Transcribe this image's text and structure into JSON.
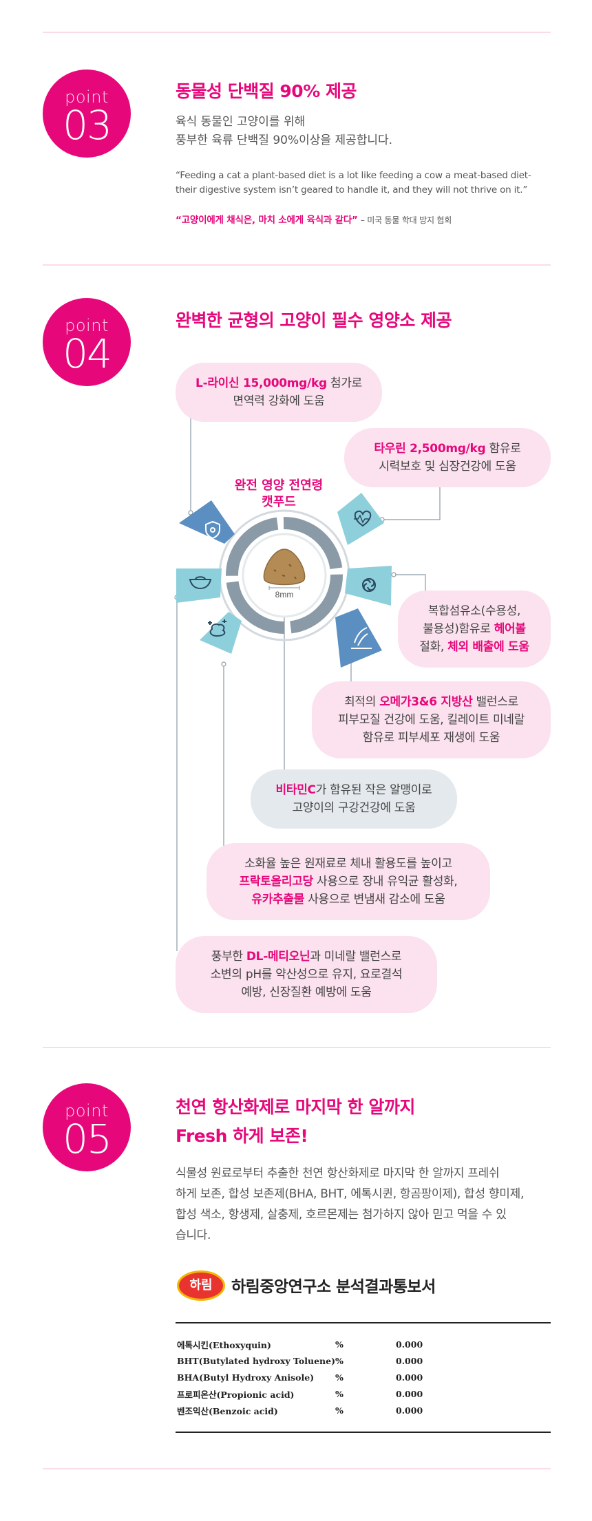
{
  "points": [
    {
      "word": "point",
      "number": "03",
      "heading": "동물성 단백질 90% 제공",
      "body": [
        "육식 동물인 고양이를 위해",
        "풍부한 육류 단백질 90%이상을 제공합니다."
      ],
      "quote_en": [
        "“Feeding a cat a plant-based diet is a lot like feeding a cow a meat-based diet-",
        "their digestive system isn’t geared to handle it, and they will not thrive on it.”"
      ],
      "quote_ko": "“고양이에게 채식은, 마치 소에게 육식과 같다”",
      "quote_source": "– 미국 동물 학대 방지 협회"
    },
    {
      "word": "point",
      "number": "04",
      "heading": "완벽한 균형의 고양이 필수 영양소 제공"
    },
    {
      "word": "point",
      "number": "05",
      "heading_lines": [
        "천연 항산화제로 마지막 한 알까지",
        "Fresh 하게 보존!"
      ],
      "body": [
        "식물성 원료로부터 추출한 천연 항산화제로 마지막 한 알까지 프레쉬",
        "하게 보존, 합성 보존제(BHA, BHT, 에톡시퀸, 항곰팡이제), 합성 향미제,",
        "합성 색소, 항생제, 살충제, 호르몬제는 첨가하지 않아 믿고 먹을 수 있",
        "습니다."
      ]
    }
  ],
  "wheel": {
    "title_lines": [
      "완전 영양 전연령",
      "캣푸드"
    ],
    "kibble_size": "8mm",
    "icons": [
      "shield-virus-icon",
      "heart-pulse-icon",
      "swirl-icon",
      "hair-follicle-icon",
      "sparkle-poop-icon",
      "cat-bowl-icon"
    ]
  },
  "callouts": {
    "lysine": {
      "hl": "L-라이신 15,000mg/kg",
      "rest": " 첨가로",
      "line2": "면역력 강화에 도움"
    },
    "taurine": {
      "hl": "타우린 2,500mg/kg",
      "rest": " 함유로",
      "line2": "시력보호 및 심장건강에 도움"
    },
    "fiber": {
      "line1": "복합섬유소(수용성,",
      "line2a": "불용성)함유로 ",
      "line2b": "헤어볼",
      "line3a": "절화, ",
      "line3b": "체외 배출에 도움"
    },
    "omega": {
      "line1a": "최적의 ",
      "line1b": "오메가3&6 지방산",
      "line1c": " 밸런스로",
      "line2": "피부모질 건강에 도움, 킬레이트 미네랄",
      "line3": "함유로 피부세포 재생에 도움"
    },
    "vitc": {
      "hl": "비타민C",
      "rest": "가 함유된 작은 알맹이로",
      "line2": "고양이의 구강건강에 도움"
    },
    "fos": {
      "line1": "소화율 높은 원재료로 체내 활용도를 높이고",
      "line2a": "프락토올리고당",
      "line2b": " 사용으로 장내 유익균 활성화,",
      "line3a": "유카추출물",
      "line3b": " 사용으로 변냄새 감소에 도움"
    },
    "methionine": {
      "line1a": "풍부한 ",
      "line1b": "DL-메티오닌",
      "line1c": "과 미네랄 밸런스로",
      "line2": "소변의 pH를 약산성으로 유지, 요로결석",
      "line3": "예방, 신장질환 예방에 도움"
    }
  },
  "report": {
    "logo_text": "하림",
    "title": "하림중앙연구소 분석결과통보서",
    "rows": [
      {
        "name": "에톡시킨(Ethoxyquin)",
        "unit": "%",
        "value": "0.000"
      },
      {
        "name": "BHT(Butylated hydroxy Toluene)",
        "unit": "%",
        "value": "0.000"
      },
      {
        "name": "BHA(Butyl Hydroxy Anisole)",
        "unit": "%",
        "value": "0.000"
      },
      {
        "name": "프로피온산(Propionic acid)",
        "unit": "%",
        "value": "0.000"
      },
      {
        "name": "벤조익산(Benzoic acid)",
        "unit": "%",
        "value": "0.000"
      }
    ]
  },
  "colors": {
    "accent": "#e6087b",
    "pill_pink": "#fbe2ee",
    "pill_gray": "#e3e9ec",
    "wheel_blue": "#5b8fc2",
    "wheel_teal": "#8ecfdc"
  }
}
